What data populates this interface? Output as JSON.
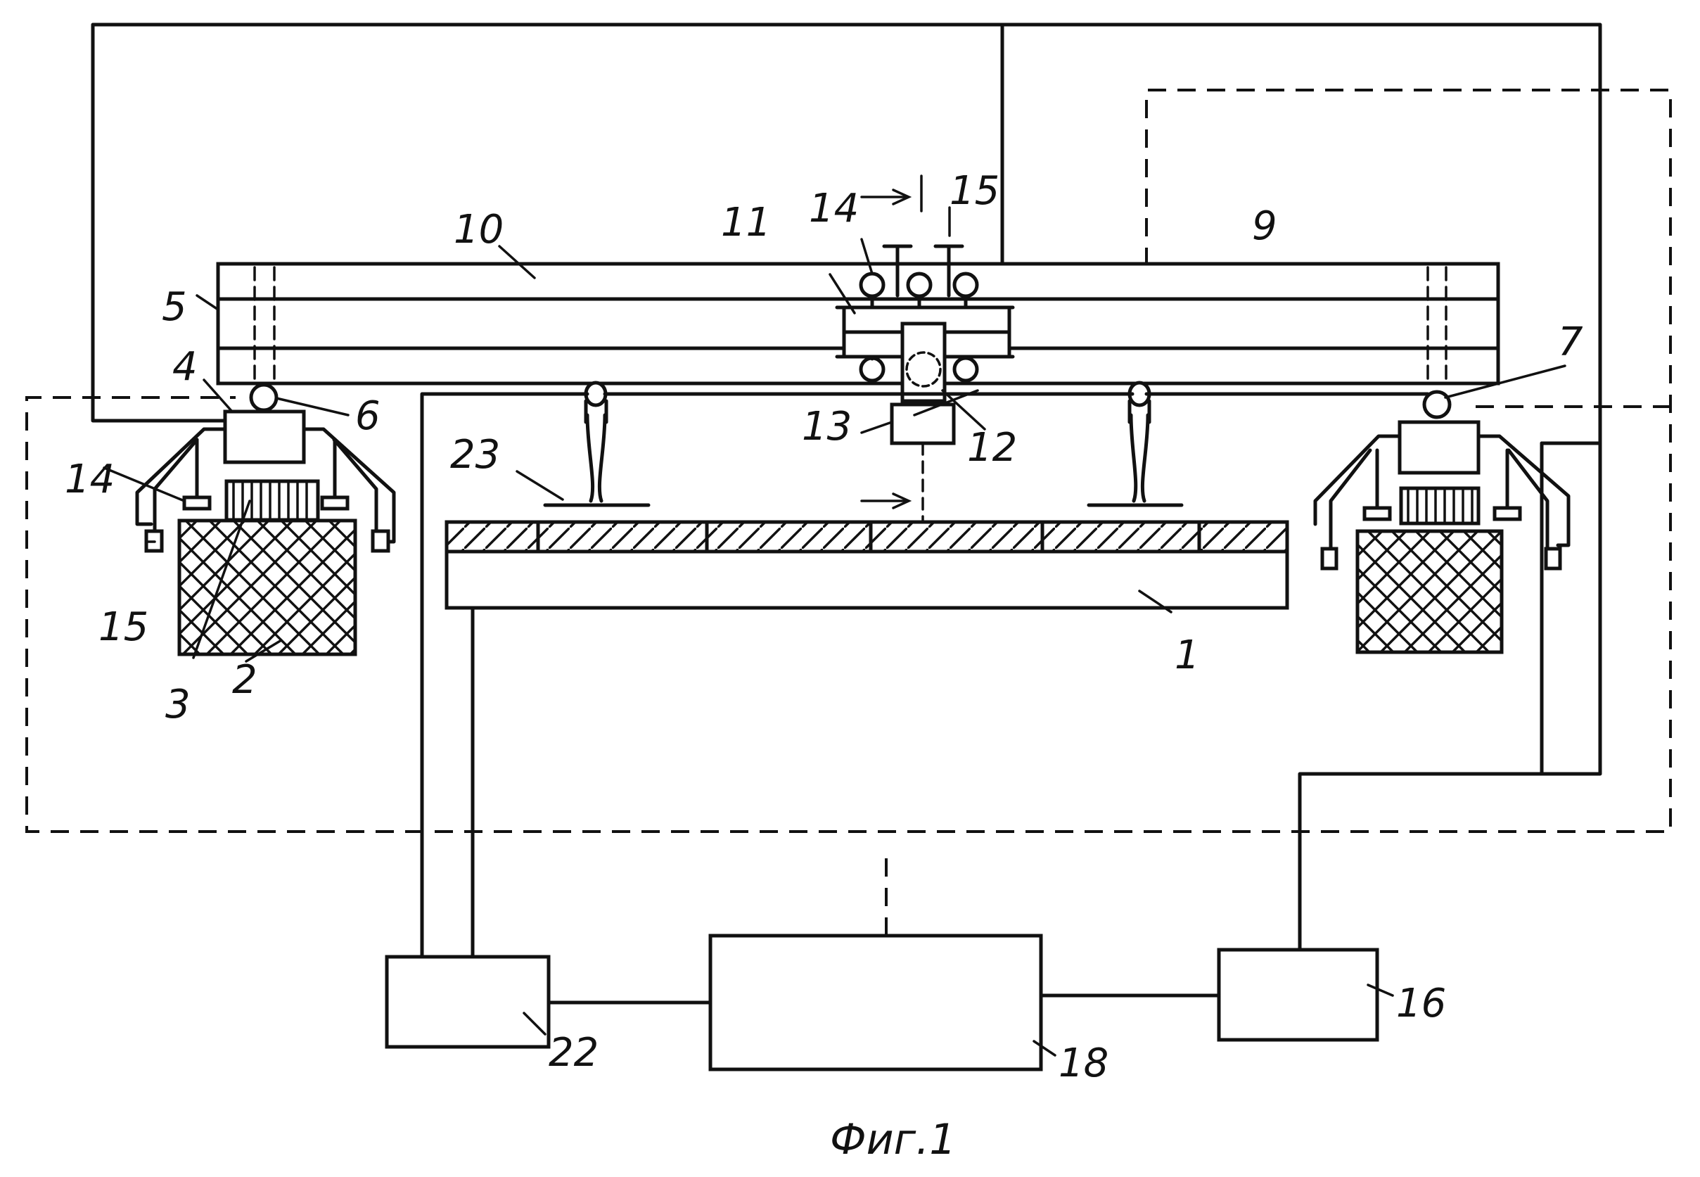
{
  "figure": {
    "caption": "Фиг.1"
  },
  "labels": {
    "l1": "1",
    "l2": "2",
    "l3": "3",
    "l4": "4",
    "l5": "5",
    "l6": "6",
    "l7": "7",
    "l9": "9",
    "l10": "10",
    "l11": "11",
    "l12": "12",
    "l13": "13",
    "l14a": "14",
    "l14b": "14",
    "l15a": "15",
    "l15b": "15",
    "l16": "16",
    "l18": "18",
    "l22": "22",
    "l23": "23"
  }
}
